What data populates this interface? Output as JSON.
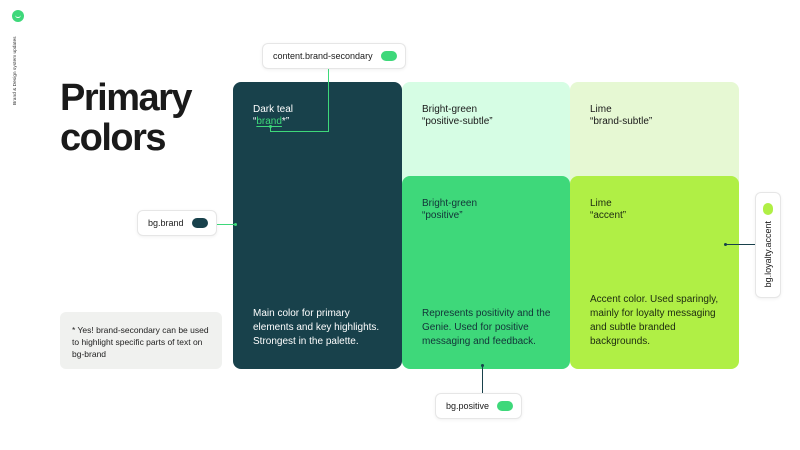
{
  "sidebar": {
    "logo_icon": "brand-logo-icon",
    "caption": "Brand & Design system updates"
  },
  "title": {
    "line1": "Primary",
    "line2": "colors"
  },
  "note": {
    "text": "* Yes! brand-secondary can be used to highlight specific parts of text on bg-brand"
  },
  "cards": {
    "dark_teal": {
      "name": "Dark teal",
      "token_open": "“",
      "token": "brand",
      "token_close": "*”",
      "description": "Main color for primary elements and key highlights. Strongest in the palette.",
      "color": "#18414B"
    },
    "positive_subtle": {
      "name": "Bright-green",
      "token": "“positive-subtle”",
      "color": "#D6FDE4"
    },
    "brand_subtle": {
      "name": "Lime",
      "token": "“brand-subtle”",
      "color": "#E6F8D3"
    },
    "positive": {
      "name": "Bright-green",
      "token": "“positive”",
      "description": "Represents positivity and the Genie. Used for positive messaging and feedback.",
      "color": "#3ED87A"
    },
    "accent": {
      "name": "Lime",
      "token": "“accent”",
      "description": "Accent color. Used sparingly, mainly for loyalty messaging and subtle branded backgrounds.",
      "color": "#B0EF45"
    }
  },
  "tags": {
    "content_brand_secondary": {
      "label": "content.brand-secondary",
      "swatch": "#3ED87A"
    },
    "bg_brand": {
      "label": "bg.brand",
      "swatch": "#18414B"
    },
    "bg_positive": {
      "label": "bg.positive",
      "swatch": "#3ED87A"
    },
    "bg_loyalty_accent": {
      "label": "bg.loyalty.accent",
      "swatch": "#B0EF45"
    }
  }
}
